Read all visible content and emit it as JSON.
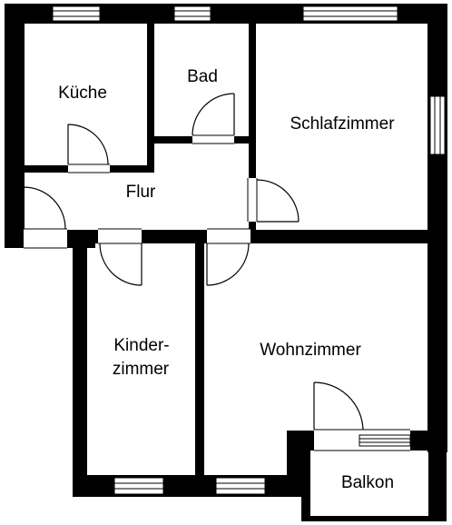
{
  "rooms": {
    "kueche": "Küche",
    "bad": "Bad",
    "schlafzimmer": "Schlafzimmer",
    "flur": "Flur",
    "kinderzimmer_line1": "Kinder-",
    "kinderzimmer_line2": "zimmer",
    "wohnzimmer": "Wohnzimmer",
    "balkon": "Balkon"
  },
  "colors": {
    "wall": "#000000",
    "background": "#ffffff"
  }
}
